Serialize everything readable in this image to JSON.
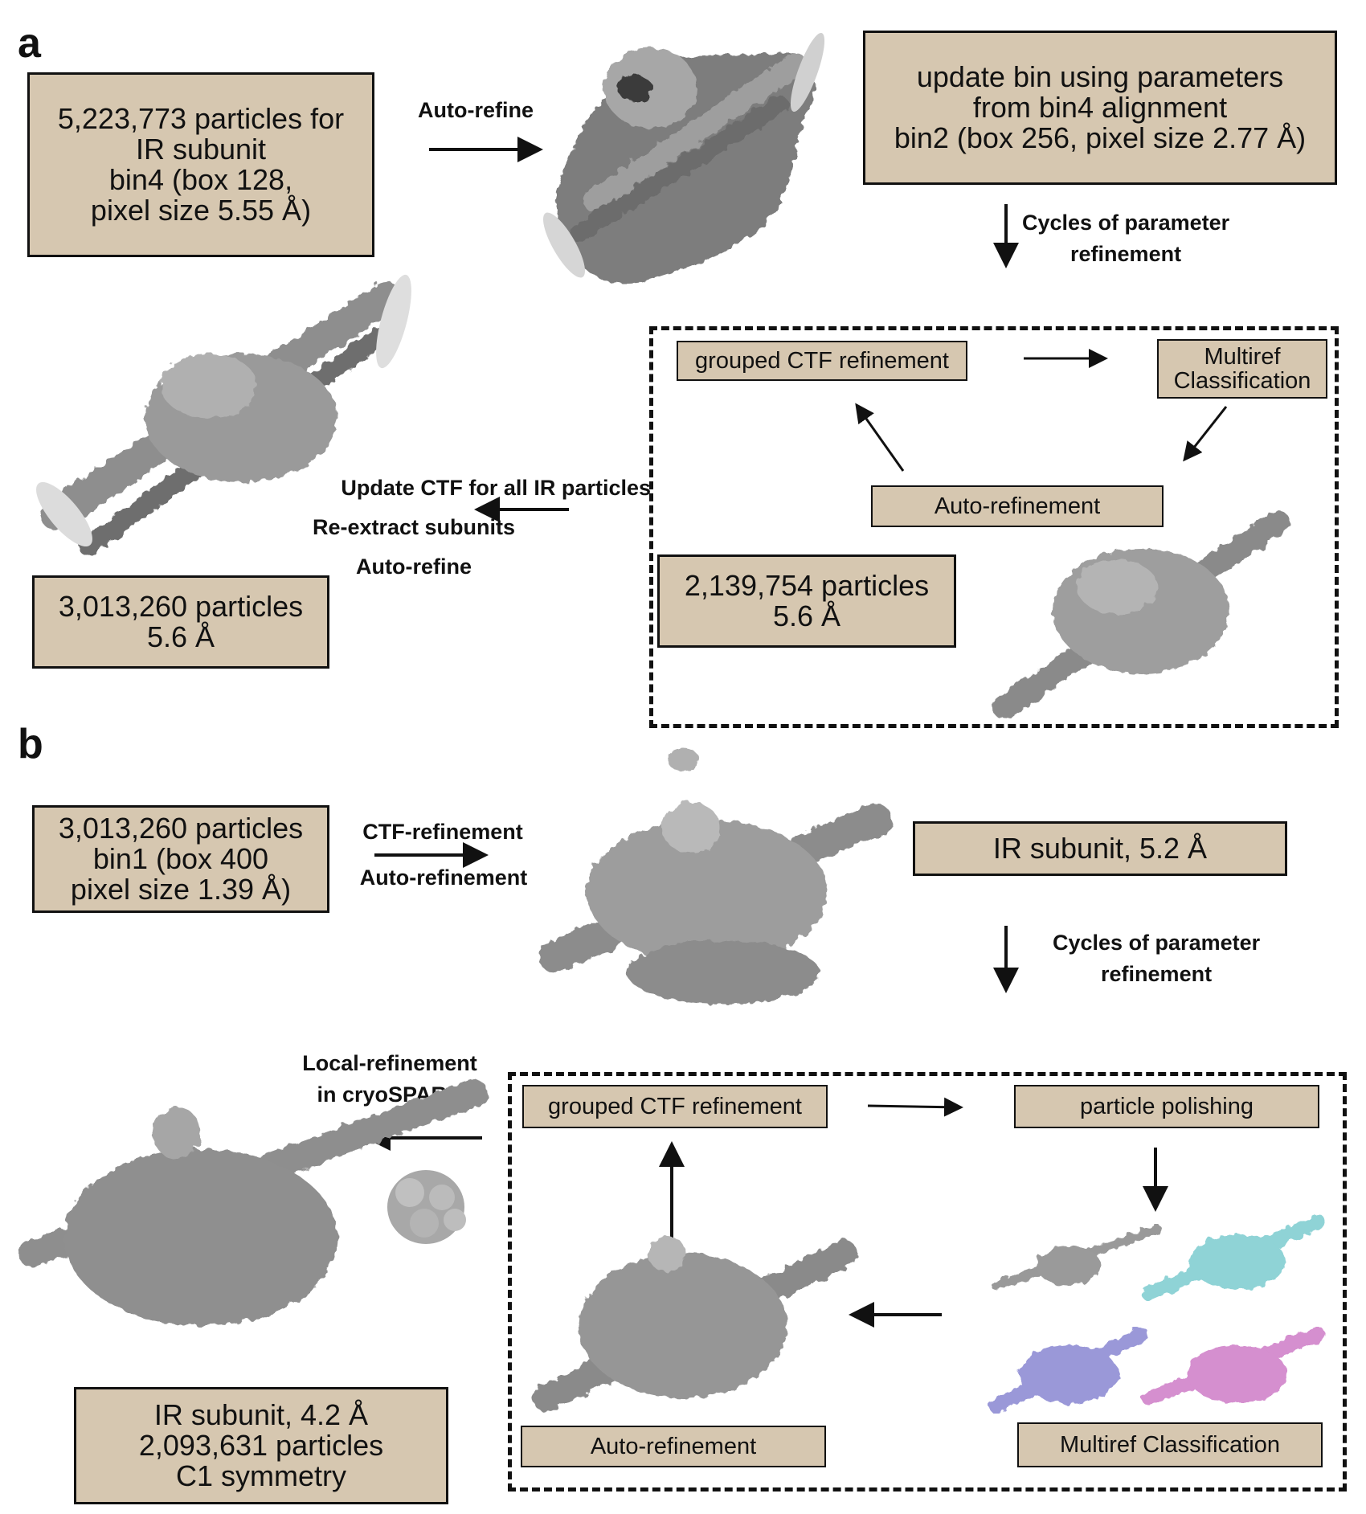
{
  "panel_a": {
    "letter": "a",
    "start_box": [
      "5,223,773 particles for",
      "IR subunit",
      "bin4 (box 128,",
      "pixel size 5.55 Å)"
    ],
    "arrow1_label": "Auto-refine",
    "bin2_box": [
      "update bin using parameters",
      "from bin4 alignment",
      "bin2 (box 256, pixel size 2.77 Å)"
    ],
    "cycles_label": [
      "Cycles of parameter",
      "refinement"
    ],
    "loop": {
      "ctf": "grouped CTF refinement",
      "multiref": [
        "Multiref",
        "Classification"
      ],
      "autoref": "Auto-refinement",
      "result": [
        "2,139,754 particles",
        "5.6 Å"
      ]
    },
    "update_labels": [
      "Update CTF for all IR particles",
      "Re-extract subunits",
      "Auto-refine"
    ],
    "result_box": [
      "3,013,260 particles",
      "5.6 Å"
    ]
  },
  "panel_b": {
    "letter": "b",
    "start_box": [
      "3,013,260 particles",
      "bin1 (box 400",
      "pixel size 1.39 Å)"
    ],
    "arrow_labels": [
      "CTF-refinement",
      "Auto-refinement"
    ],
    "ir_box": "IR subunit, 5.2 Å",
    "cycles_label": [
      "Cycles of parameter",
      "refinement"
    ],
    "local_label": [
      "Local-refinement",
      "in cryoSPARC"
    ],
    "loop": {
      "ctf": "grouped CTF refinement",
      "polish": "particle polishing",
      "autoref": "Auto-refinement",
      "multiref": "Multiref Classification"
    },
    "final_box": [
      "IR subunit, 4.2 Å",
      "2,093,631 particles",
      "C1 symmetry"
    ]
  },
  "colors": {
    "box_fill": "#d6c7b0",
    "density_gray": "#8a8a8a",
    "class_cyan": "#8fd3d6",
    "class_purple": "#9a98d8",
    "class_pink": "#d58fcf"
  }
}
